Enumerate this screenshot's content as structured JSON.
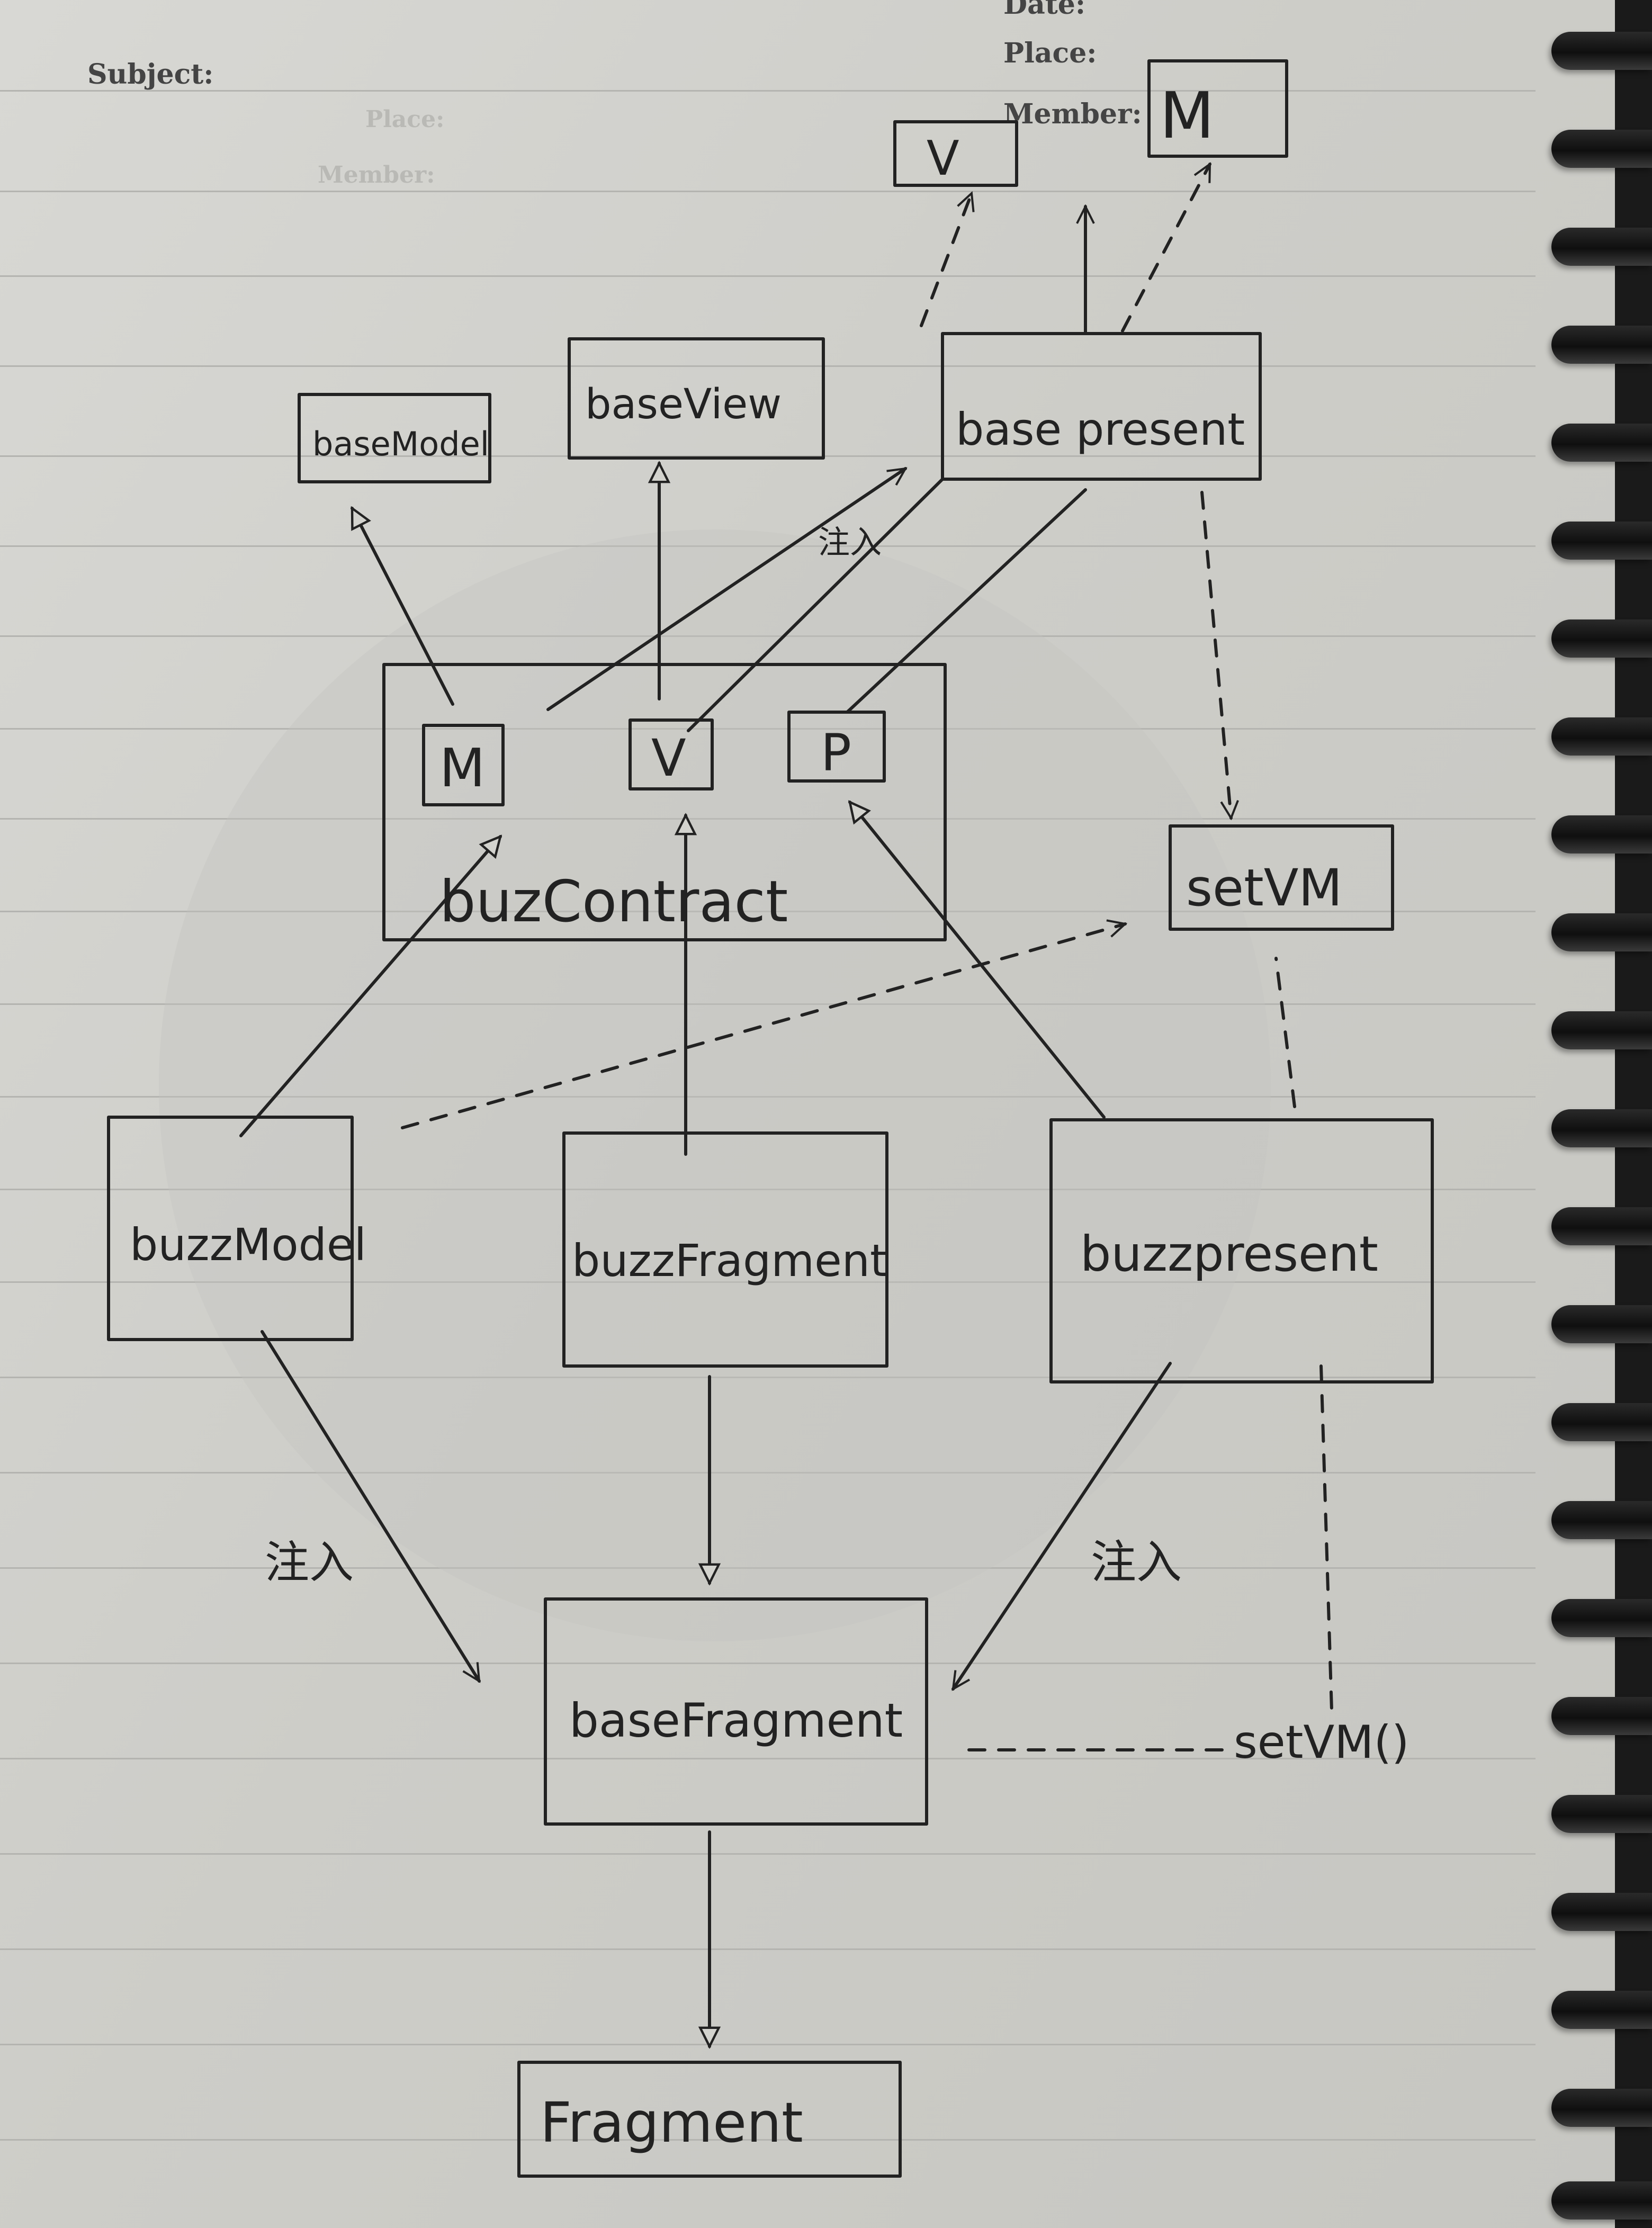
{
  "header": {
    "subject_label": "Subject:",
    "date_label": "Date:",
    "place_label": "Place:",
    "member_label": "Member:"
  },
  "diagram": {
    "nodes": {
      "top_v": "V",
      "top_m": "M",
      "base_model": "baseModel",
      "base_view": "baseView",
      "base_present": "base present",
      "contract_m": "M",
      "contract_v": "V",
      "contract_p": "P",
      "buzz_contract": "buzContract",
      "set_vm": "setVM",
      "buzz_model": "buzzModel",
      "buzz_fragment": "buzzFragment",
      "buzz_present": "buzzpresent",
      "base_fragment": "baseFragment",
      "set_vm_call": "setVM()",
      "fragment": "Fragment"
    },
    "edge_labels": {
      "inject_top": "注入",
      "inject_left": "注入",
      "inject_right": "注入"
    }
  }
}
